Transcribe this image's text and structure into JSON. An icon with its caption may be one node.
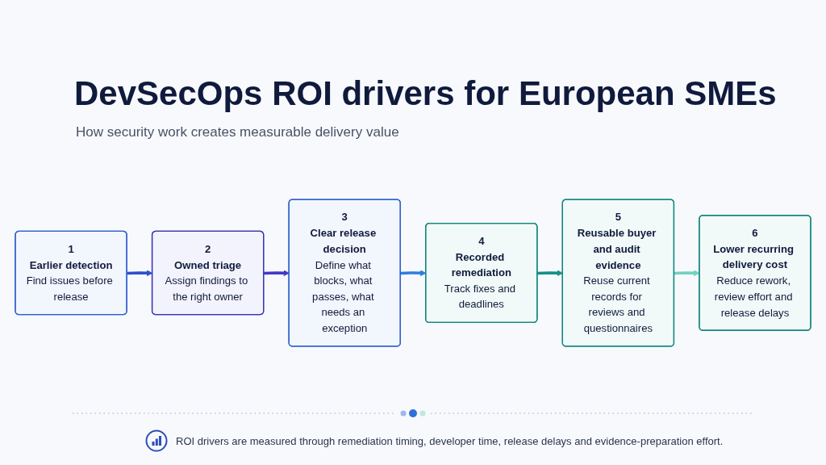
{
  "diagram": {
    "title": "DevSecOps ROI drivers for European SMEs",
    "caption": "ROI drivers are measured through remediation timing, developer time, release delays and evidence-preparation effort.",
    "nodes": [
      {
        "text": [
          "1",
          "Earlier detection",
          "Find issues before release"
        ]
      },
      {
        "text": [
          "2",
          "Owned triage",
          "Assign findings to the right owner"
        ]
      },
      {
        "text": [
          "3",
          "Clear release decision",
          "Define what blocks, what passes, what needs an exception"
        ]
      },
      {
        "text": [
          "4",
          "Recorded remediation",
          "Track fixes and deadlines"
        ]
      },
      {
        "text": [
          "5",
          "Reusable buyer and audit evidence",
          "Reuse current records for reviews and questionnaires"
        ]
      },
      {
        "text": [
          "6",
          "Lower recurring delivery cost",
          "Reduce rework, review effort and release delays"
        ]
      }
    ],
    "edges": [
      {
        "from": 0,
        "to": 1,
        "arrow": "to",
        "color": "#2f4fd0"
      },
      {
        "from": 1,
        "to": 2,
        "arrow": "to",
        "color": "#4338ca"
      },
      {
        "from": 2,
        "to": 3,
        "arrow": "to",
        "color": "#2f7de0"
      },
      {
        "from": 3,
        "to": 4,
        "arrow": "to",
        "color": "#13918a"
      },
      {
        "from": 4,
        "to": 5,
        "arrow": "to",
        "color": "#6fd3bf"
      }
    ],
    "labels": [
      "How security work creates measurable delivery value"
    ]
  }
}
